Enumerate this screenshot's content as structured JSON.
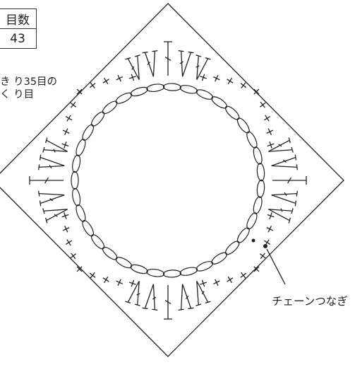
{
  "table": {
    "header_cell": "目数",
    "value_cell": "43"
  },
  "note": {
    "line1": "き り35目の",
    "line2": "く り目"
  },
  "callout": {
    "label": "チェーンつなぎ"
  },
  "colors": {
    "line": "#222222",
    "background": "#ffffff"
  },
  "stitches": {
    "side_pattern": [
      "x",
      "x",
      "x",
      "x",
      "x",
      "x",
      "x",
      "x",
      "t",
      "t",
      "t",
      "x",
      "x",
      "x",
      "x",
      "x",
      "x",
      "x",
      "x"
    ],
    "corner_pattern": [
      "V",
      "V",
      "T",
      "V",
      "V"
    ],
    "chain_count": 35
  }
}
